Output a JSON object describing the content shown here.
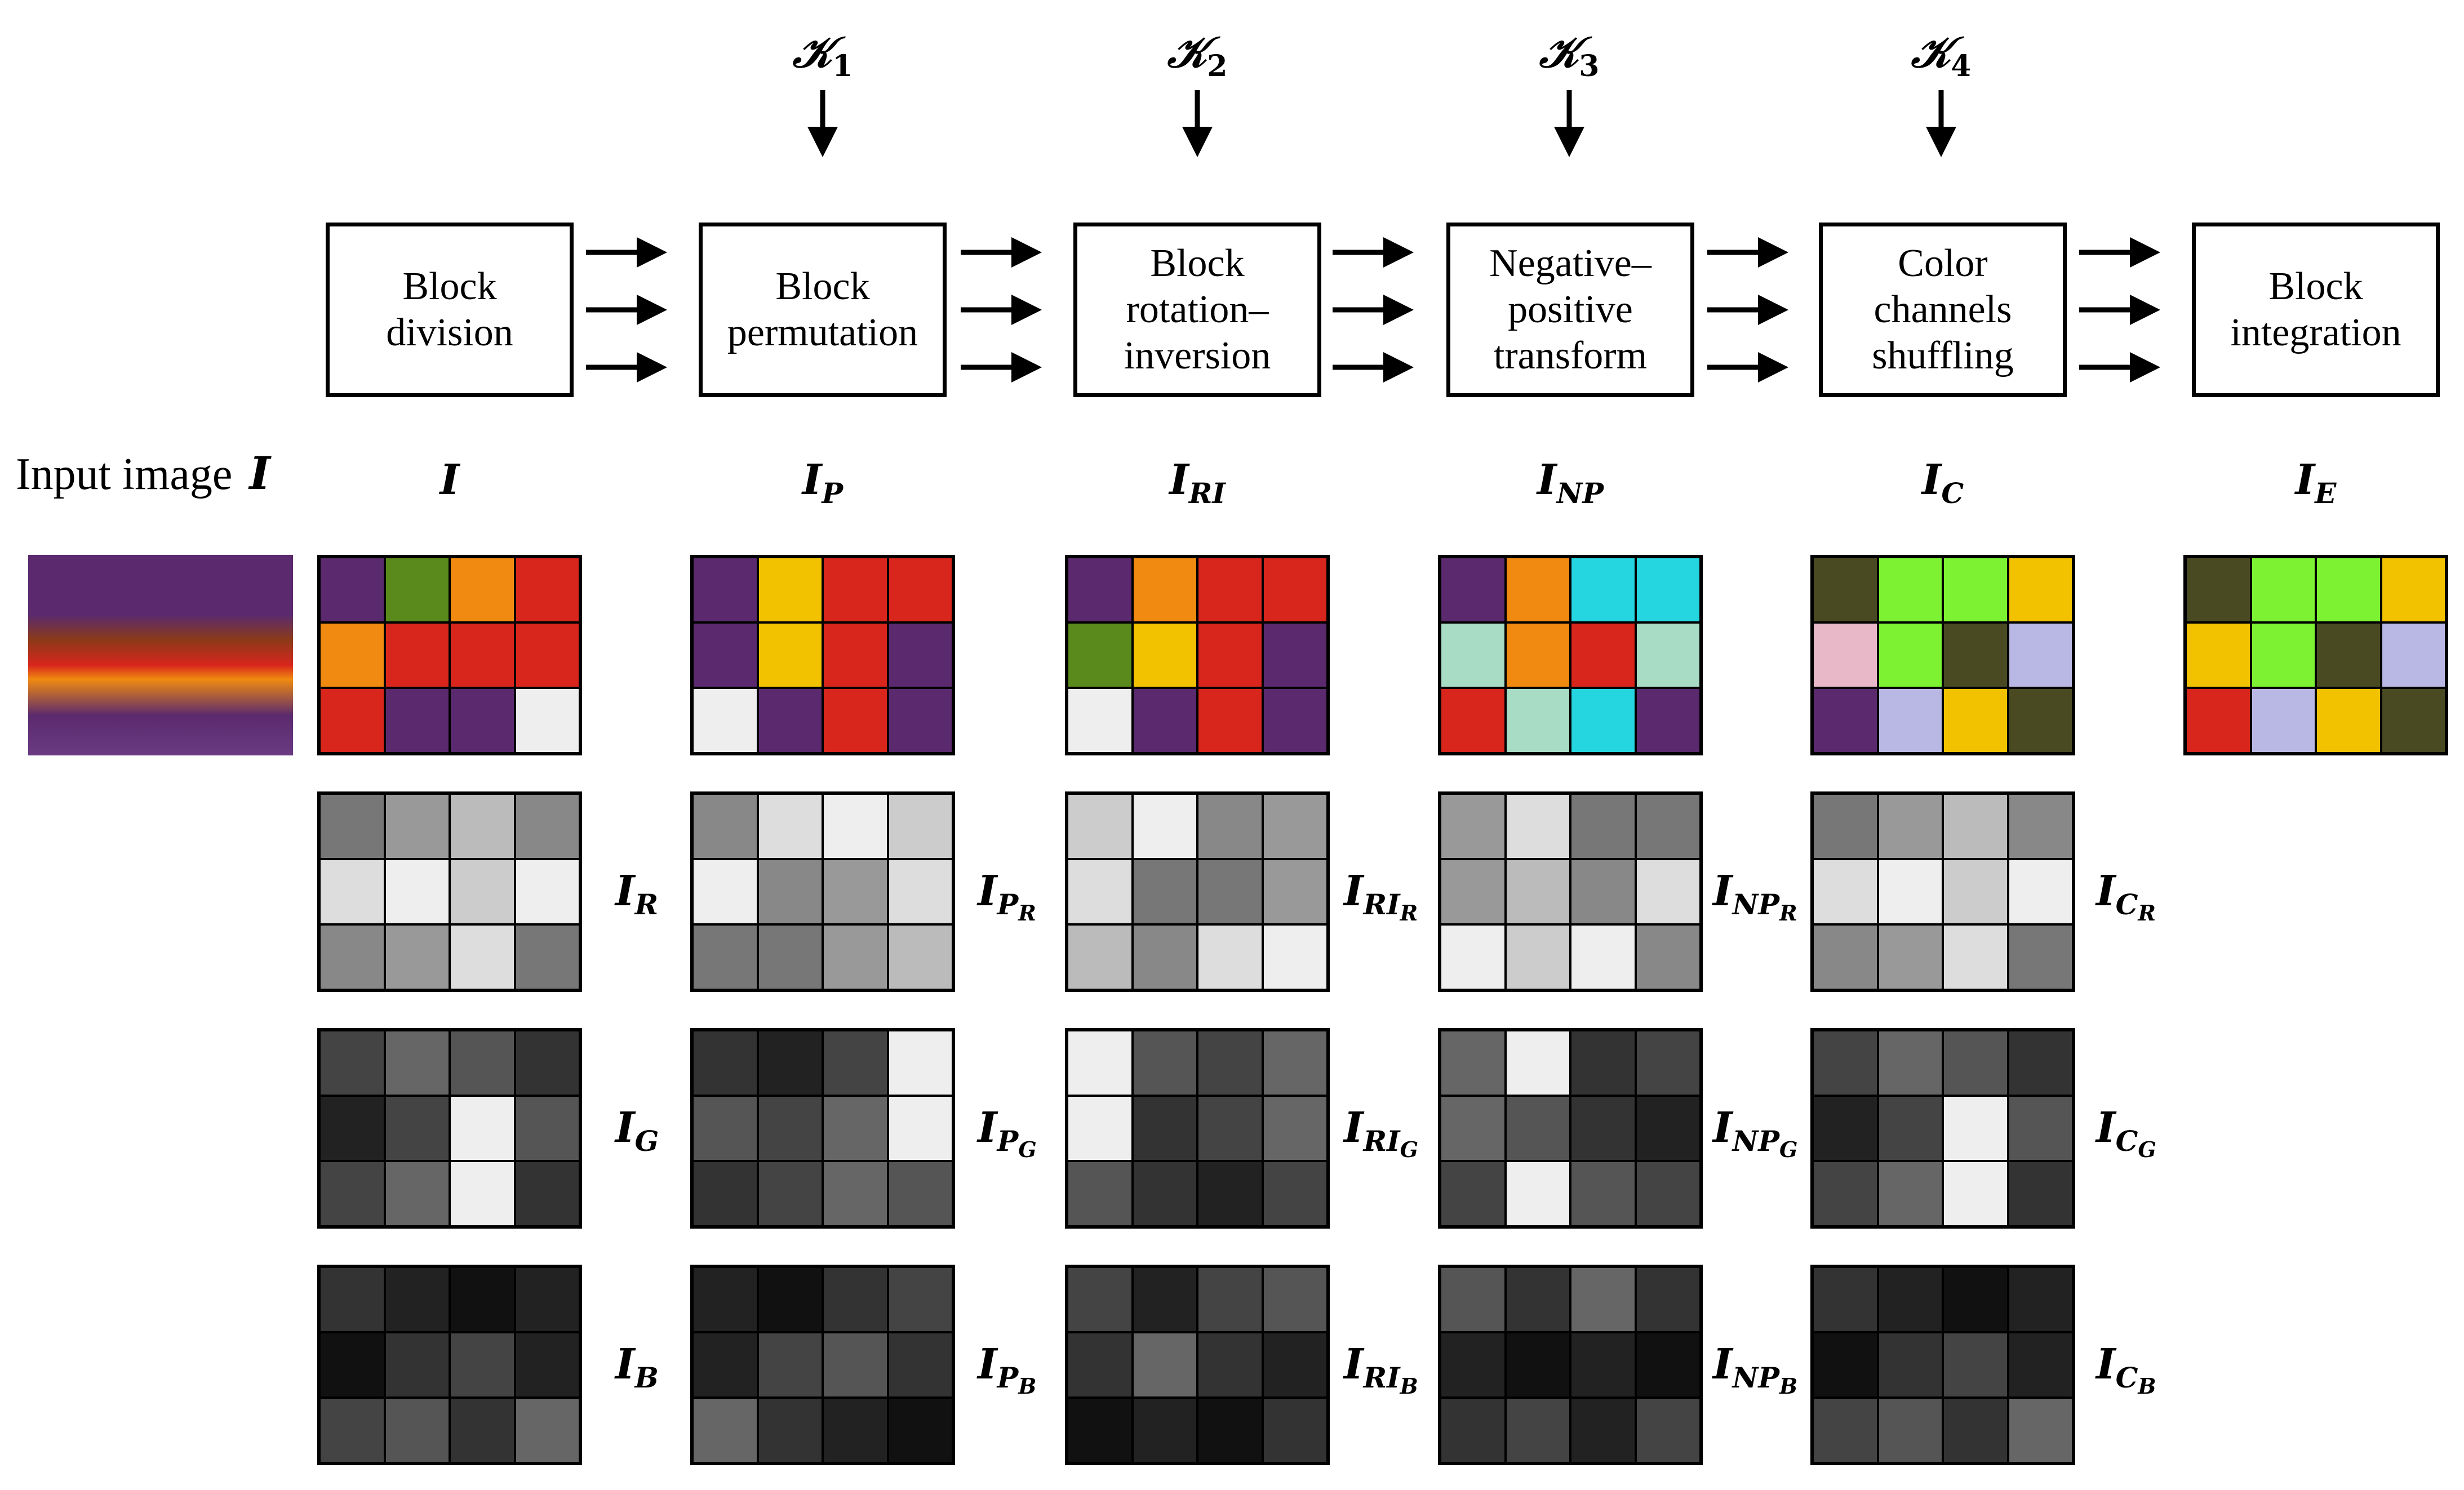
{
  "keys": [
    {
      "label": "𝒦",
      "sub": "1"
    },
    {
      "label": "𝒦",
      "sub": "2"
    },
    {
      "label": "𝒦",
      "sub": "3"
    },
    {
      "label": "𝒦",
      "sub": "4"
    }
  ],
  "boxes": [
    {
      "text": "Block\ndivision"
    },
    {
      "text": "Block\npermutation"
    },
    {
      "text": "Block\nrotation–\ninversion"
    },
    {
      "text": "Negative–\npositive\ntransform"
    },
    {
      "text": "Color\nchannels\nshuffling"
    },
    {
      "text": "Block\nintegration"
    }
  ],
  "input_label": {
    "text": "Input image",
    "symbol": "I"
  },
  "column_labels": [
    {
      "base": "I",
      "sub": ""
    },
    {
      "base": "I",
      "sub": "P"
    },
    {
      "base": "I",
      "sub": "RI"
    },
    {
      "base": "I",
      "sub": "NP"
    },
    {
      "base": "I",
      "sub": "C"
    },
    {
      "base": "I",
      "sub": "E"
    }
  ],
  "row_labels": [
    [
      {
        "base": "I",
        "sub": "R",
        "sub2": ""
      },
      {
        "base": "I",
        "sub": "P",
        "sub2": "R"
      },
      {
        "base": "I",
        "sub": "RI",
        "sub2": "R"
      },
      {
        "base": "I",
        "sub": "NP",
        "sub2": "R"
      },
      {
        "base": "I",
        "sub": "C",
        "sub2": "R"
      }
    ],
    [
      {
        "base": "I",
        "sub": "G",
        "sub2": ""
      },
      {
        "base": "I",
        "sub": "P",
        "sub2": "G"
      },
      {
        "base": "I",
        "sub": "RI",
        "sub2": "G"
      },
      {
        "base": "I",
        "sub": "NP",
        "sub2": "G"
      },
      {
        "base": "I",
        "sub": "C",
        "sub2": "G"
      }
    ],
    [
      {
        "base": "I",
        "sub": "B",
        "sub2": ""
      },
      {
        "base": "I",
        "sub": "P",
        "sub2": "B"
      },
      {
        "base": "I",
        "sub": "RI",
        "sub2": "B"
      },
      {
        "base": "I",
        "sub": "NP",
        "sub2": "B"
      },
      {
        "base": "I",
        "sub": "C",
        "sub2": "B"
      }
    ]
  ],
  "colors": {
    "purple": "#5b2a6e",
    "red": "#d8261c",
    "orange": "#f08a10",
    "yellow": "#f2c200",
    "green": "#5a8a1c",
    "white": "#eeeeee",
    "cyan": "#25d6e0",
    "lavender": "#b9b8e4",
    "mint": "#a8dcc4",
    "lime": "#7cf232",
    "olive": "#4a4a22",
    "pink": "#e8b8c8"
  }
}
